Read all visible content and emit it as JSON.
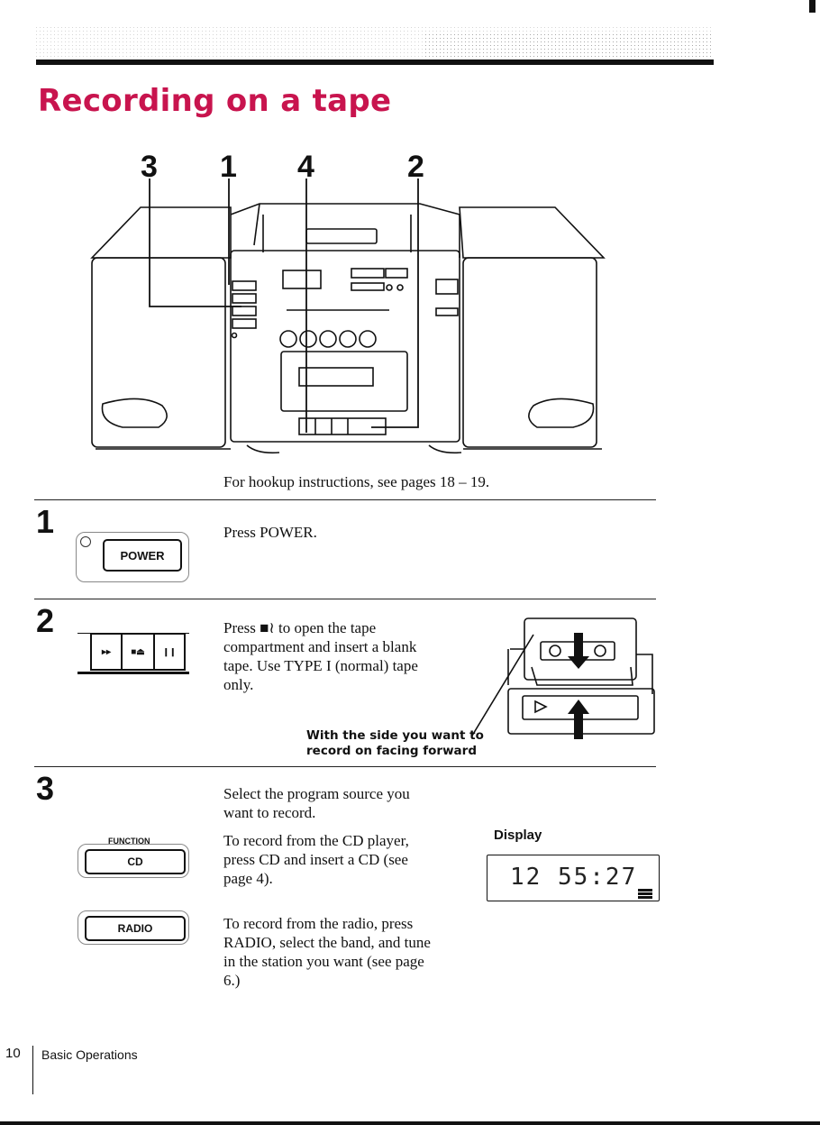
{
  "page": {
    "title": "Recording on a tape",
    "hookup_note": "For hookup instructions, see pages 18 – 19.",
    "footer": {
      "page_number": "10",
      "section": "Basic Operations"
    }
  },
  "illustration": {
    "callouts": [
      "3",
      "1",
      "4",
      "2"
    ]
  },
  "steps": [
    {
      "number": "1",
      "button_label": "POWER",
      "text": "Press POWER."
    },
    {
      "number": "2",
      "text_lines": [
        "Press ■≀ to open the tape",
        "compartment and insert a blank",
        "tape. Use TYPE I (normal) tape",
        "only."
      ],
      "caption_lines": [
        "With the side you want to",
        "record on facing forward"
      ],
      "transport_buttons": [
        "▸▸",
        "■⏏",
        "❙❙"
      ]
    },
    {
      "number": "3",
      "function_label": "FUNCTION",
      "cd_label": "CD",
      "radio_label": "RADIO",
      "intro_lines": [
        "Select the program source you",
        "want to record."
      ],
      "cd_lines": [
        "To record from the CD player,",
        "press CD and insert a CD (see",
        "page 4)."
      ],
      "radio_lines": [
        "To record from the radio, press",
        "RADIO, select the band,  and tune",
        "in the station you want (see page",
        "6.)"
      ],
      "display_label": "Display",
      "display_value": "12  55:27"
    }
  ]
}
